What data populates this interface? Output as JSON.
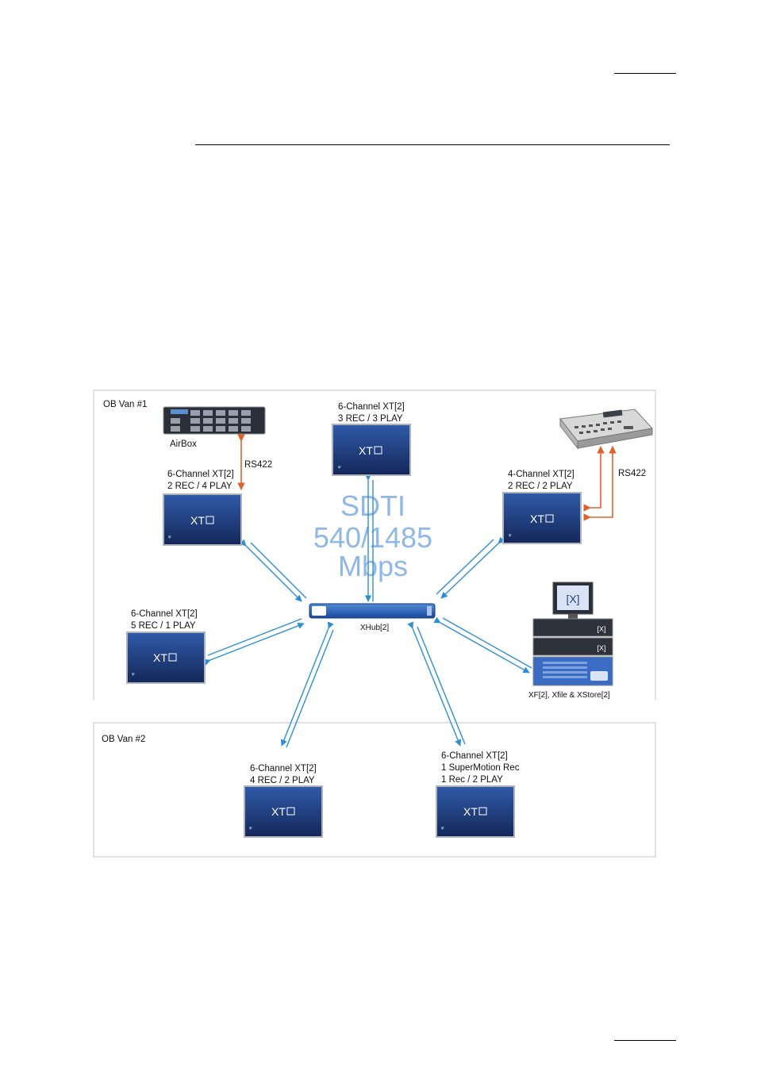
{
  "diagram": {
    "van1_label": "OB Van #1",
    "van2_label": "OB Van #2",
    "airbox_label": "AirBox",
    "rs422_left": "RS422",
    "rs422_right": "RS422",
    "sdti_line1": "SDTI",
    "sdti_line2": "540/1485",
    "sdti_line3": "Mbps",
    "hub_label": "XHub[2]",
    "server_stack_label": "XF[2], Xfile & XStore[2]",
    "xt_logo": "XT",
    "units": {
      "top": {
        "line1": "6-Channel XT[2]",
        "line2": "3 REC / 3 PLAY"
      },
      "left": {
        "line1": "6-Channel XT[2]",
        "line2": "2 REC / 4 PLAY"
      },
      "right": {
        "line1": "4-Channel XT[2]",
        "line2": "2 REC / 2 PLAY"
      },
      "lower_left": {
        "line1": "6-Channel XT[2]",
        "line2": "5 REC / 1 PLAY"
      },
      "van2_left": {
        "line1": "6-Channel XT[2]",
        "line2": "4 REC / 2 PLAY"
      },
      "van2_right": {
        "line1": "6-Channel XT[2]",
        "line2": "1 SuperMotion Rec",
        "line3": "1 Rec / 2 PLAY"
      }
    },
    "colors": {
      "link_blue": "#2b8fd6",
      "rs422_orange": "#e0622a",
      "xt_panel": "#1e3f82",
      "sdti_text": "#8fb8e6"
    }
  }
}
